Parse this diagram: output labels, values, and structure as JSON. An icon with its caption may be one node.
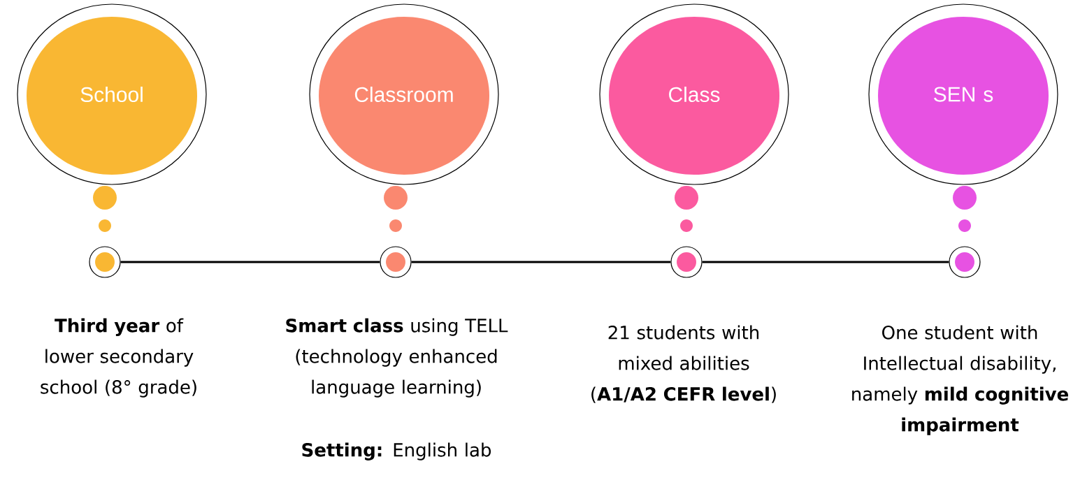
{
  "diagram": {
    "nodes": [
      {
        "text": [
          "School"
        ]
      },
      {
        "text": [
          "Classroom"
        ]
      },
      {
        "text": [
          "Class"
        ]
      },
      {
        "text": [
          "SEN s"
        ]
      },
      {
        "text": [],
        "shape": "circle",
        "beside": [
          "**Third year** of lower secondary school (8° grade)"
        ]
      },
      {
        "text": [],
        "shape": "circle",
        "beside": [
          "**Smart class** using TELL (technology enhanced language learning)",
          "**Setting:** English lab"
        ]
      },
      {
        "text": [],
        "shape": "circle",
        "beside": [
          "21 students with mixed abilities (**A1/A2 CEFR level**)"
        ]
      },
      {
        "text": [],
        "shape": "circle",
        "beside": [
          "One student with Intellectual disability, namely **mild cognitive impairment**"
        ]
      }
    ],
    "edges": [
      {
        "from": 4,
        "to": 5,
        "arrow": "none"
      },
      {
        "from": 5,
        "to": 6,
        "arrow": "none"
      },
      {
        "from": 6,
        "to": 7,
        "arrow": "none"
      }
    ]
  }
}
